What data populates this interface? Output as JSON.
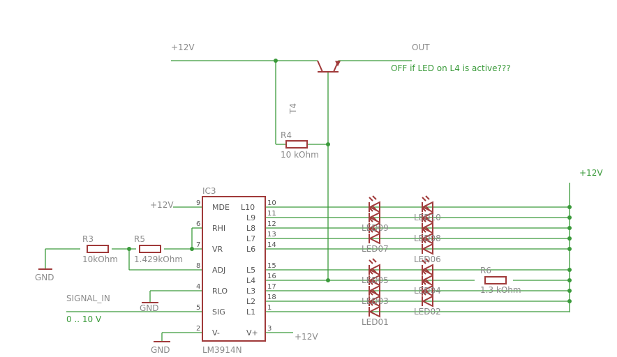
{
  "labels": {
    "vcc_top": "+12V",
    "out": "OUT",
    "note": "OFF if LED on L4 is active???",
    "t4": "T4",
    "r4": "R4",
    "r4_value": "10 kOhm",
    "vcc_right": "+12V",
    "ic3": "IC3",
    "vcc_mde": "+12V",
    "r3": "R3",
    "r3_value": "10kOhm",
    "r5": "R5",
    "r5_value": "1.429kOhm",
    "gnd_left": "GND",
    "signal_in": "SIGNAL_IN",
    "gnd_rlo": "GND",
    "signal_range": "0 .. 10 V",
    "gnd_vminus": "GND",
    "lm3914n": "LM3914N",
    "vcc_vplus": "+12V",
    "r6": "R6",
    "r6_value": "1.3 kOhm",
    "led09": "LED09",
    "led10": "LED10",
    "led07": "LED07",
    "led08": "LED08",
    "led06": "LED06",
    "led05": "LED05",
    "led04": "LED04",
    "led03": "LED03",
    "led02": "LED02",
    "led01": "LED01"
  },
  "ic_pins_left": [
    {
      "num": "9",
      "name": "MDE"
    },
    {
      "num": "6",
      "name": "RHI"
    },
    {
      "num": "7",
      "name": "VR"
    },
    {
      "num": "8",
      "name": "ADJ"
    },
    {
      "num": "4",
      "name": "RLO"
    },
    {
      "num": "5",
      "name": "SIG"
    },
    {
      "num": "2",
      "name": "V-"
    }
  ],
  "ic_pins_right": [
    {
      "num": "10",
      "name": "L10"
    },
    {
      "num": "11",
      "name": "L9"
    },
    {
      "num": "12",
      "name": "L8"
    },
    {
      "num": "13",
      "name": "L7"
    },
    {
      "num": "14",
      "name": "L6"
    },
    {
      "num": "15",
      "name": "L5"
    },
    {
      "num": "16",
      "name": "L4"
    },
    {
      "num": "17",
      "name": "L3"
    },
    {
      "num": "18",
      "name": "L2"
    },
    {
      "num": "1",
      "name": "L1"
    },
    {
      "num": "3",
      "name": "V+"
    }
  ],
  "colors": {
    "wire": "#3a9a3a",
    "component": "#a03a3a",
    "label": "#8a8a8a",
    "net_label": "#3a9a3a"
  }
}
